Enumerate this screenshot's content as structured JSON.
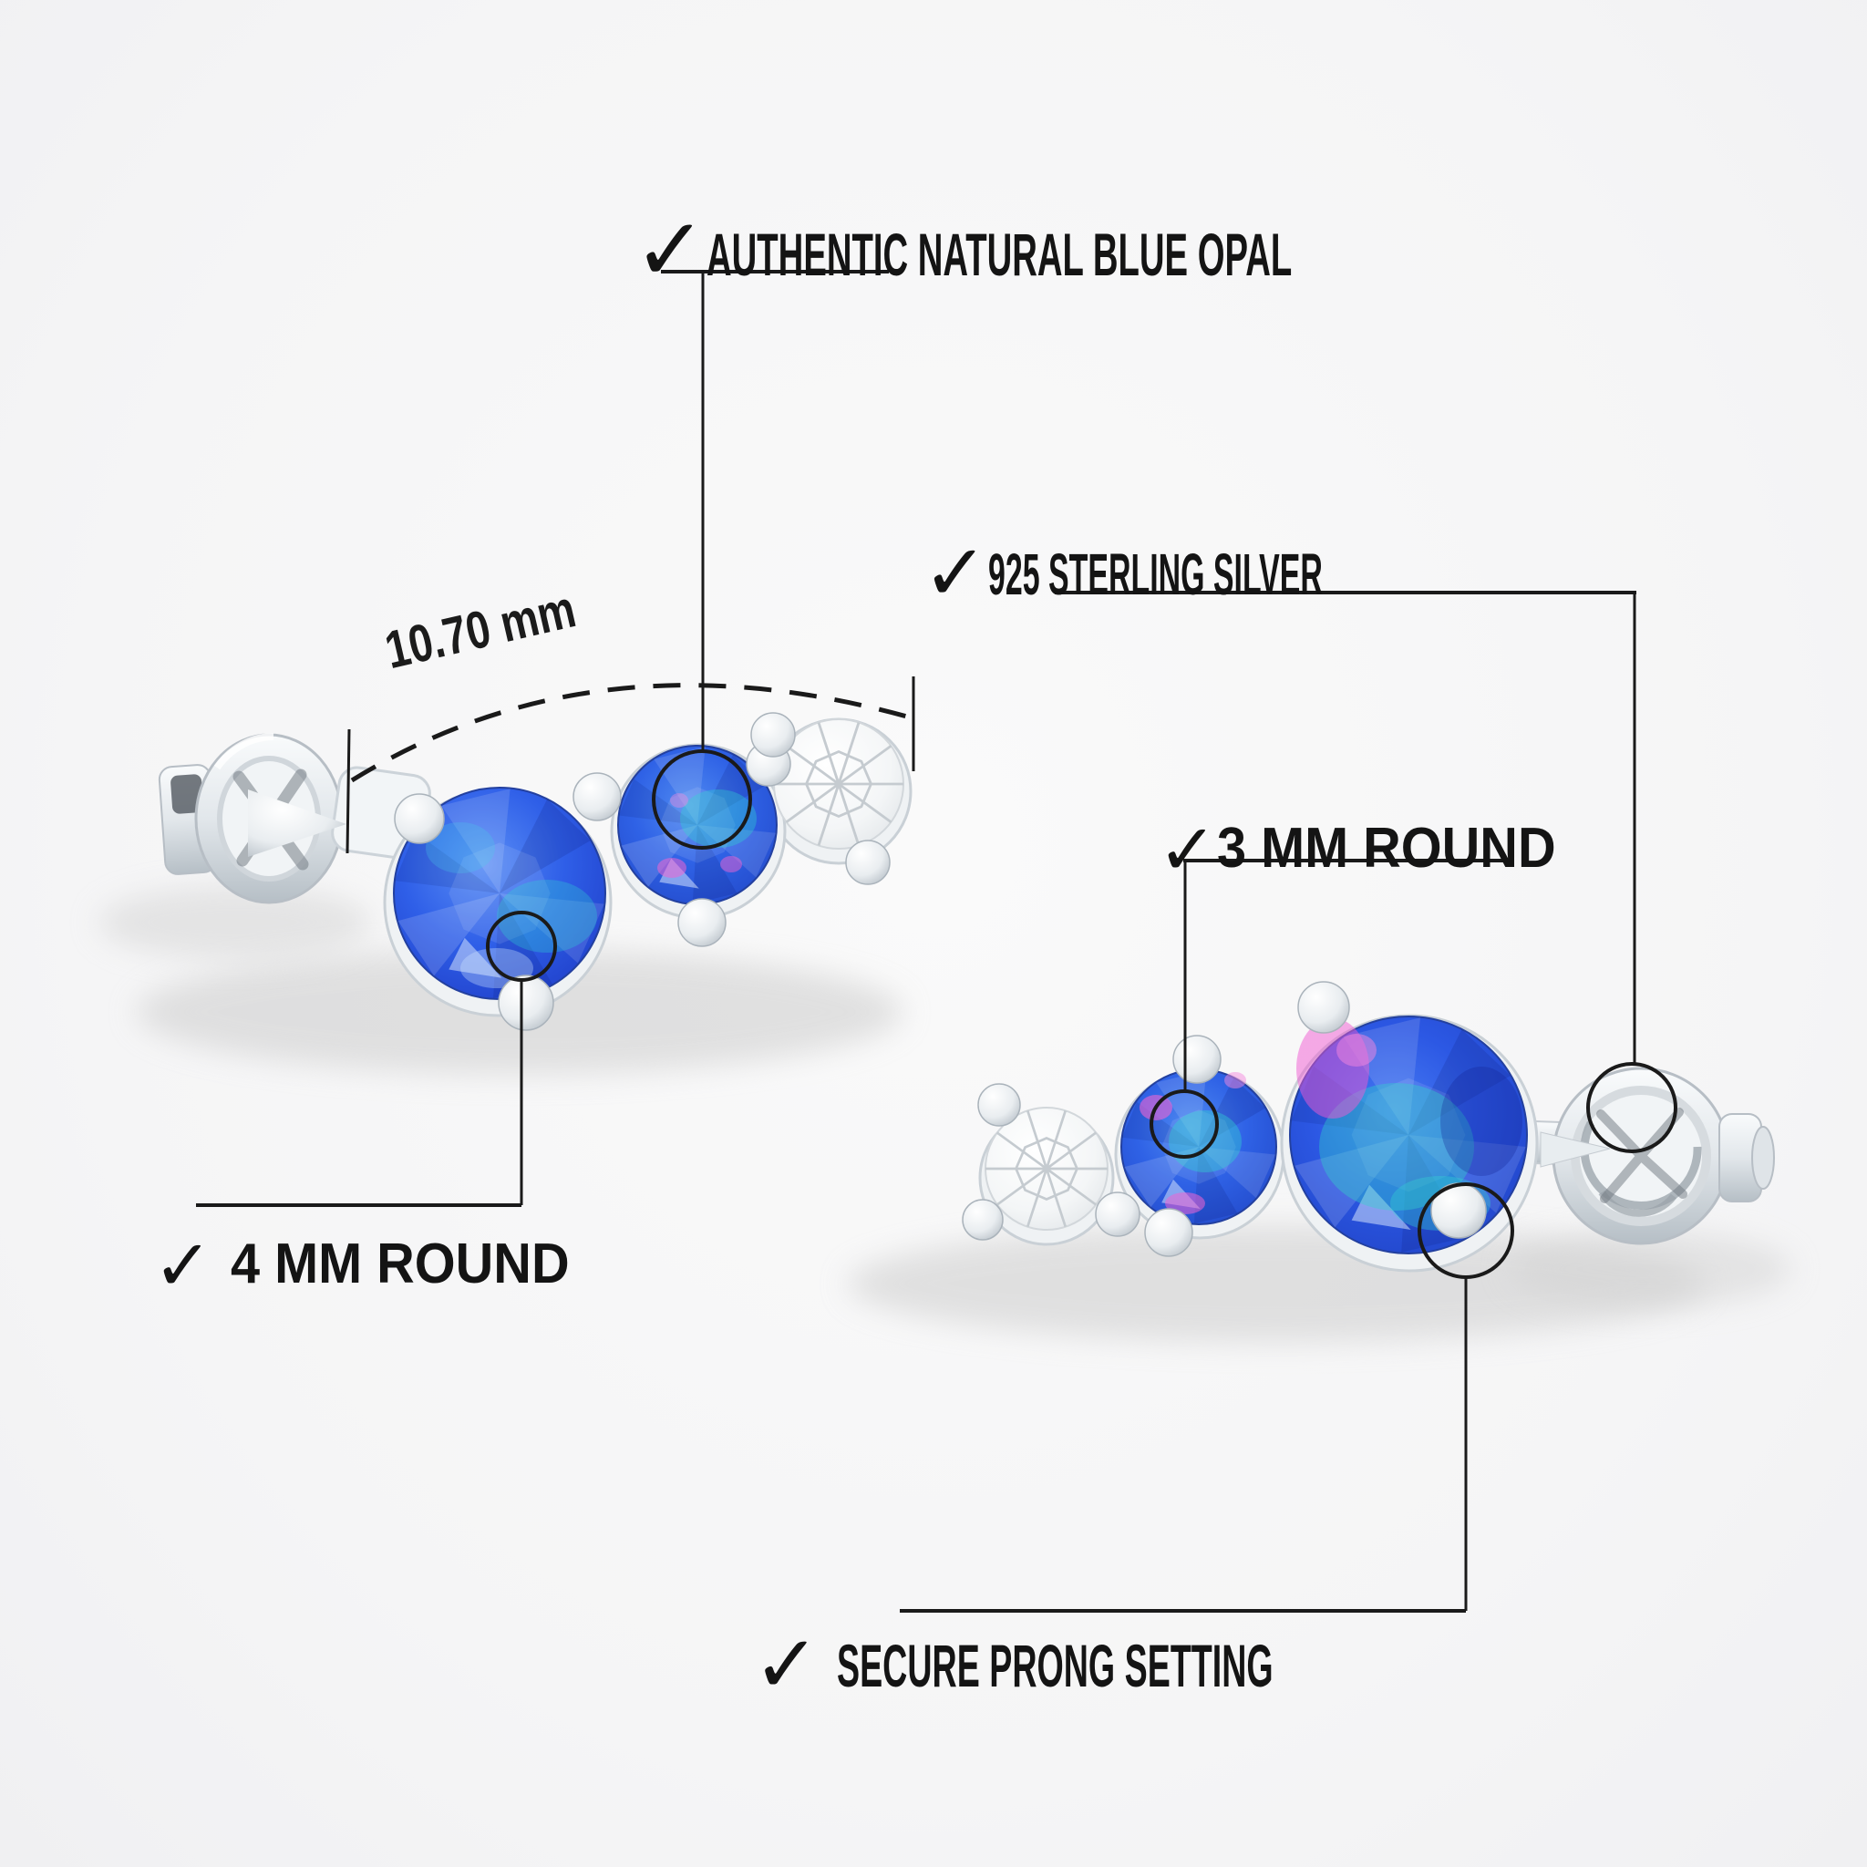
{
  "checkmark": "✓",
  "labels": {
    "authentic": "AUTHENTIC NATURAL BLUE OPAL",
    "silver": "925 STERLING SILVER",
    "round3": "3 MM ROUND",
    "round4": "4 MM ROUND",
    "prong": "SECURE PRONG SETTING",
    "dimension": "10.70 mm"
  },
  "colors": {
    "background": "#f5f5f6",
    "text": "#141414",
    "annotation_line": "#1a1a1a",
    "opal_blue": "#2d5ce6",
    "opal_cyan": "#2fd8cf",
    "opal_pink": "#ef64d2",
    "metal_light": "#f4f6f8",
    "metal_dark": "#b9c2c9"
  }
}
